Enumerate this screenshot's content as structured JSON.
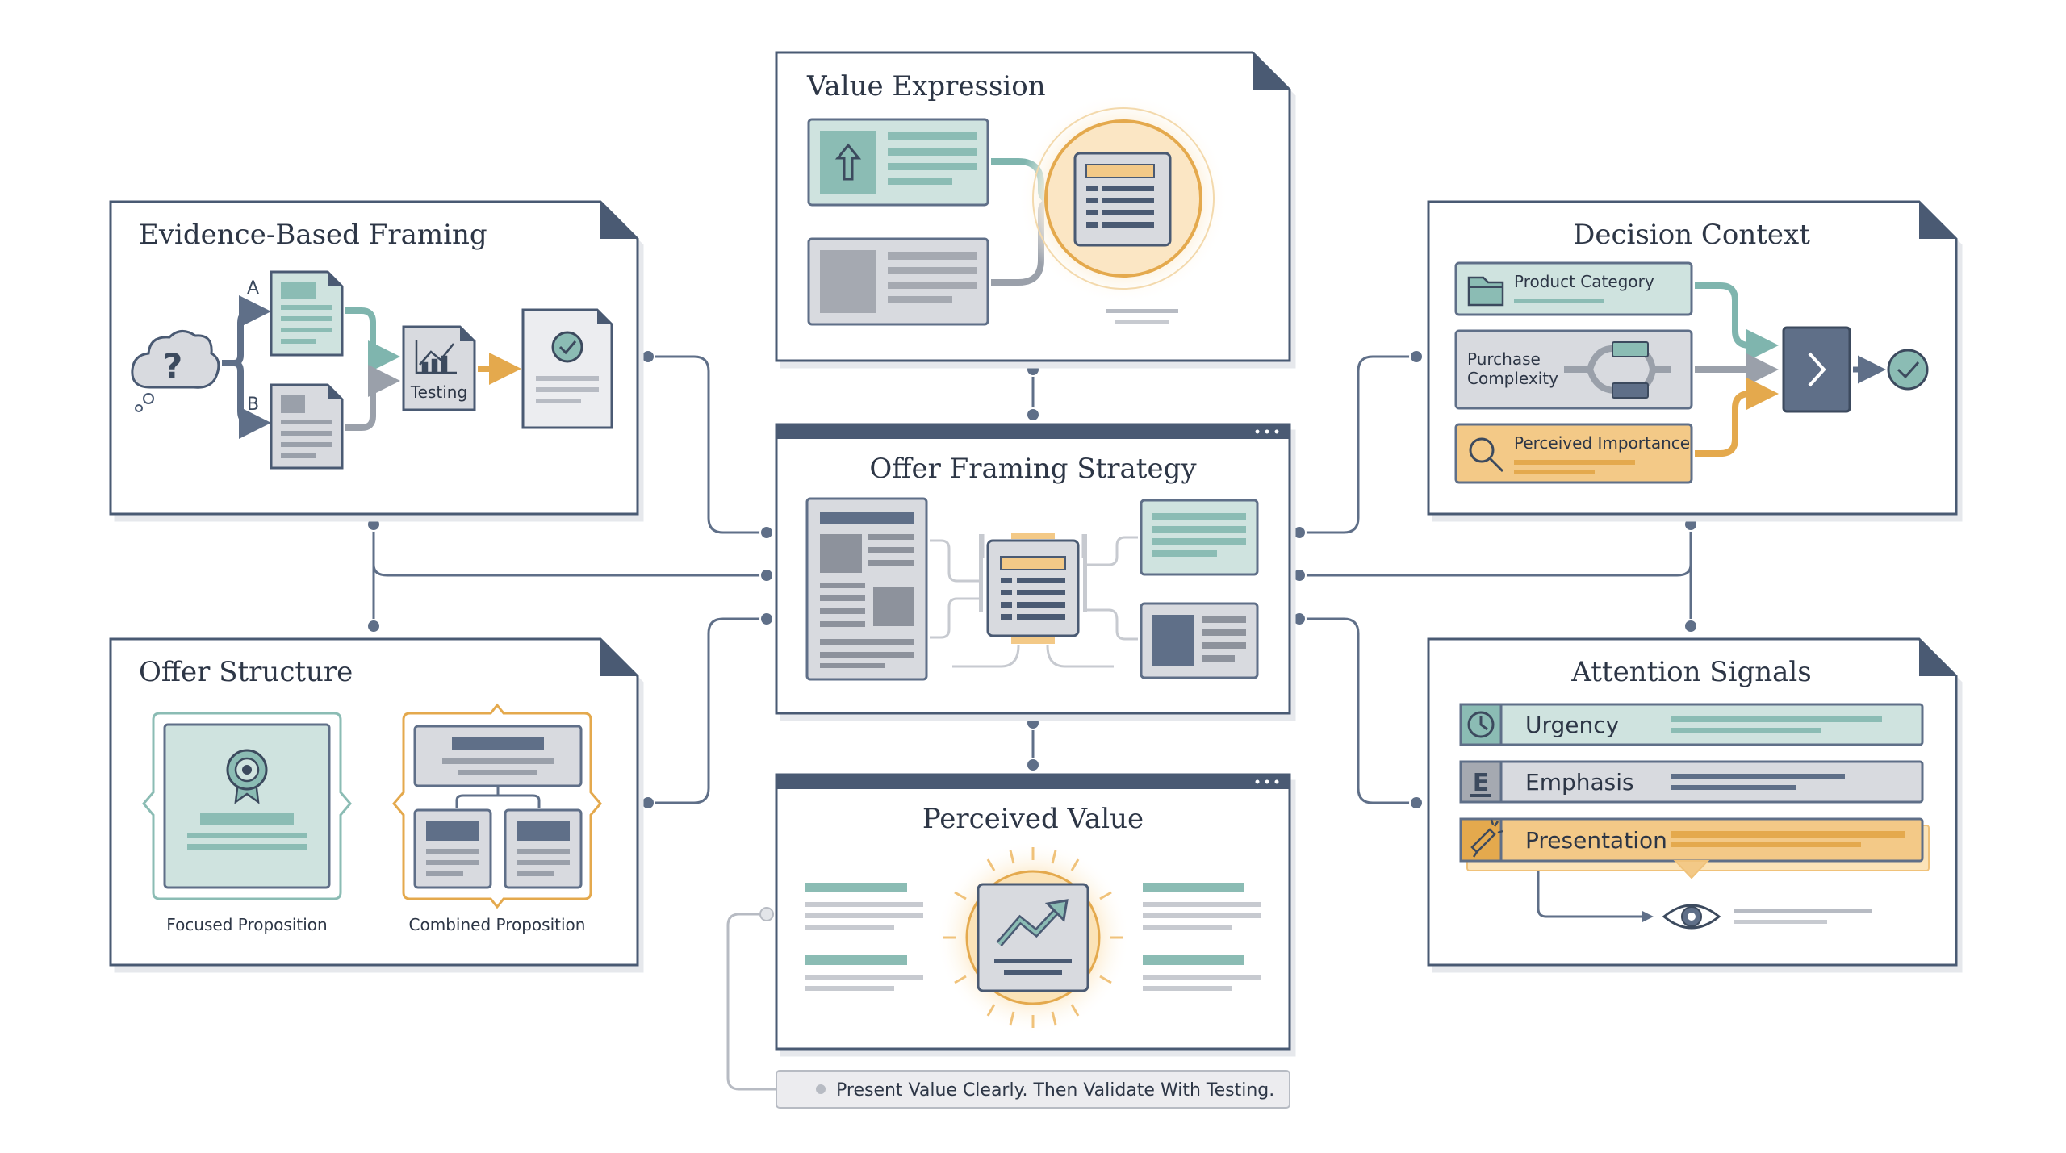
{
  "panels": {
    "value_expression": {
      "title": "Value Expression"
    },
    "evidence_framing": {
      "title": "Evidence-Based Framing",
      "label_a": "A",
      "label_b": "B",
      "testing_label": "Testing"
    },
    "decision_context": {
      "title": "Decision Context",
      "product_category": "Product Category",
      "purchase_line1": "Purchase",
      "purchase_line2": "Complexity",
      "perceived_importance": "Perceived Importance"
    },
    "offer_framing": {
      "title": "Offer Framing Strategy"
    },
    "offer_structure": {
      "title": "Offer Structure",
      "focused": "Focused Proposition",
      "combined": "Combined Proposition"
    },
    "perceived_value": {
      "title": "Perceived Value"
    },
    "attention_signals": {
      "title": "Attention Signals",
      "urgency": "Urgency",
      "emphasis": "Emphasis",
      "emphasis_glyph": "E",
      "presentation": "Presentation"
    }
  },
  "footer": {
    "note": "Present Value Clearly. Then Validate With Testing."
  },
  "icons": [
    "upload-icon",
    "document-icon",
    "question-cloud-icon",
    "chart-icon",
    "check-circle-icon",
    "folder-icon",
    "magnifier-icon",
    "chevron-right-icon",
    "ribbon-badge-icon",
    "trend-up-icon",
    "clock-icon",
    "megaphone-icon",
    "eye-icon"
  ],
  "colors": {
    "frame": "#4a5a73",
    "teal": "#7fb5ae",
    "teal_fill": "#cfe3df",
    "grey_fill": "#d3d6dc",
    "orange": "#e4a94d",
    "orange_fill": "#f3c987",
    "connector": "#5f6f88"
  }
}
